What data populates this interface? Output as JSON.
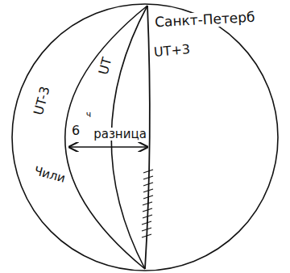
{
  "diagram": {
    "labels": [
      "Санкт-Петерб",
      "UT",
      "UT+3",
      "UT-3",
      "ч",
      "6",
      "разница",
      "Чили"
    ]
  }
}
